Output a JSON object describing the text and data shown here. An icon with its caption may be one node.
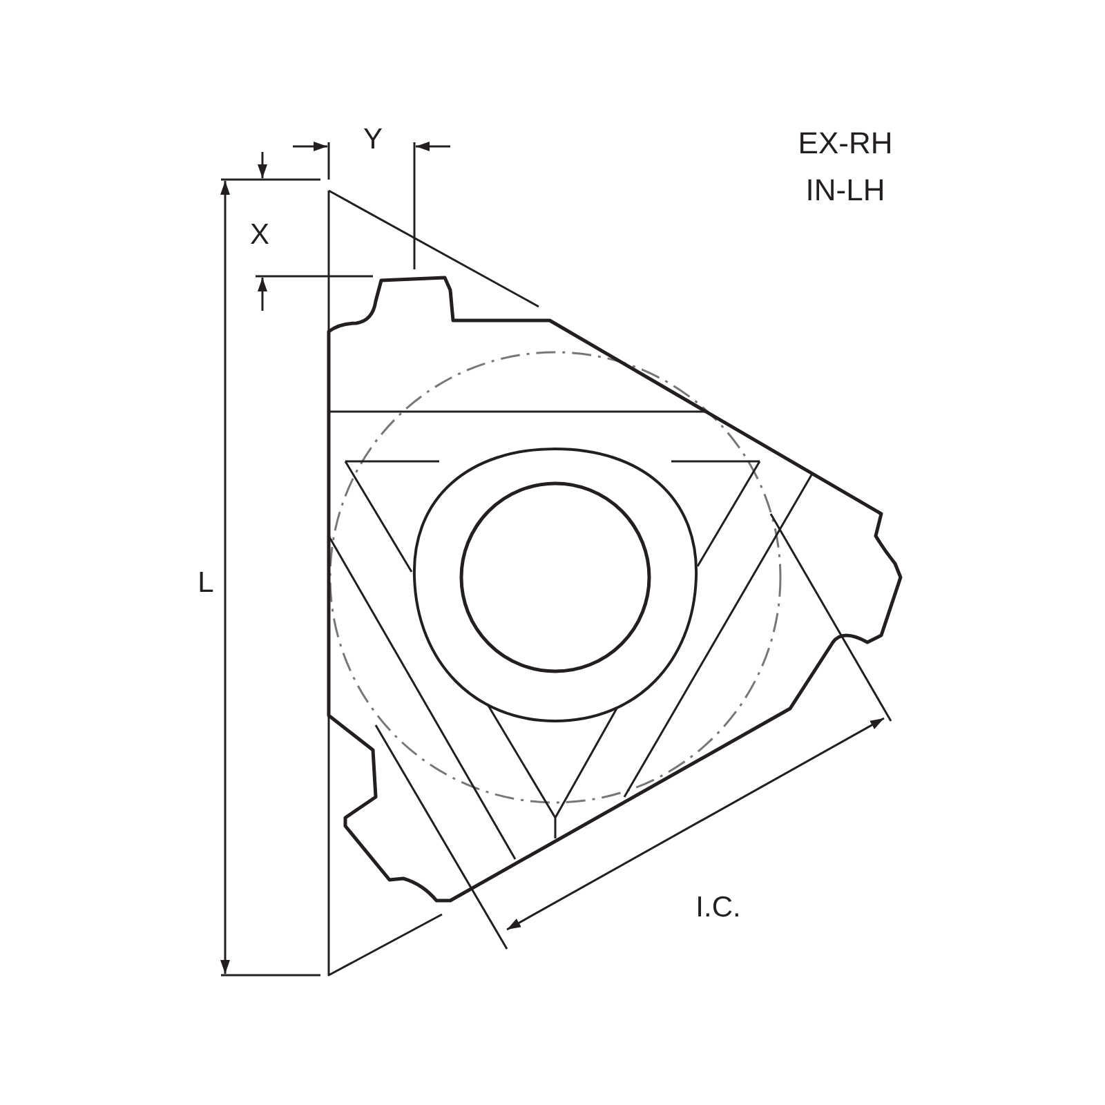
{
  "diagram": {
    "labels": [
      "EX-RH",
      "IN-LH",
      "Y",
      "X",
      "L",
      "I.C."
    ]
  }
}
